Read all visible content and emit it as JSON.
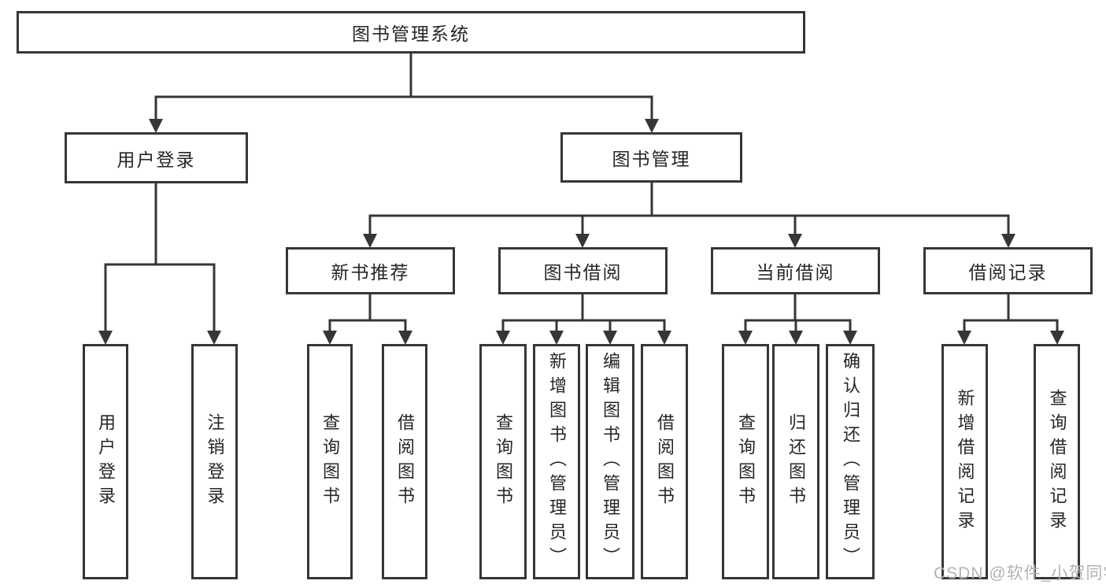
{
  "colors": {
    "line": "#363636",
    "text": "#262626",
    "box_fill": "#ffffff",
    "watermark": "#b3b3b3"
  },
  "watermark": {
    "text": "CSDN @软件_小贺同学"
  },
  "diagram": {
    "type": "tree",
    "root": {
      "label": "图书管理系统"
    },
    "level2": [
      {
        "label": "用户登录"
      },
      {
        "label": "图书管理"
      }
    ],
    "level3": [
      {
        "label": "新书推荐",
        "parent": "图书管理"
      },
      {
        "label": "图书借阅",
        "parent": "图书管理"
      },
      {
        "label": "当前借阅",
        "parent": "图书管理"
      },
      {
        "label": "借阅记录",
        "parent": "图书管理"
      }
    ],
    "leaves": [
      {
        "label": "用户登录",
        "parent": "用户登录"
      },
      {
        "label": "注销登录",
        "parent": "用户登录"
      },
      {
        "label": "查询图书",
        "parent": "新书推荐"
      },
      {
        "label": "借阅图书",
        "parent": "新书推荐"
      },
      {
        "label": "查询图书",
        "parent": "图书借阅"
      },
      {
        "label": "新增图书（管理员）",
        "parent": "图书借阅"
      },
      {
        "label": "编辑图书（管理员）",
        "parent": "图书借阅"
      },
      {
        "label": "借阅图书",
        "parent": "图书借阅"
      },
      {
        "label": "查询图书",
        "parent": "当前借阅"
      },
      {
        "label": "归还图书",
        "parent": "当前借阅"
      },
      {
        "label": "确认归还（管理员）",
        "parent": "当前借阅"
      },
      {
        "label": "新增借阅记录",
        "parent": "借阅记录"
      },
      {
        "label": "查询借阅记录",
        "parent": "借阅记录"
      }
    ]
  }
}
